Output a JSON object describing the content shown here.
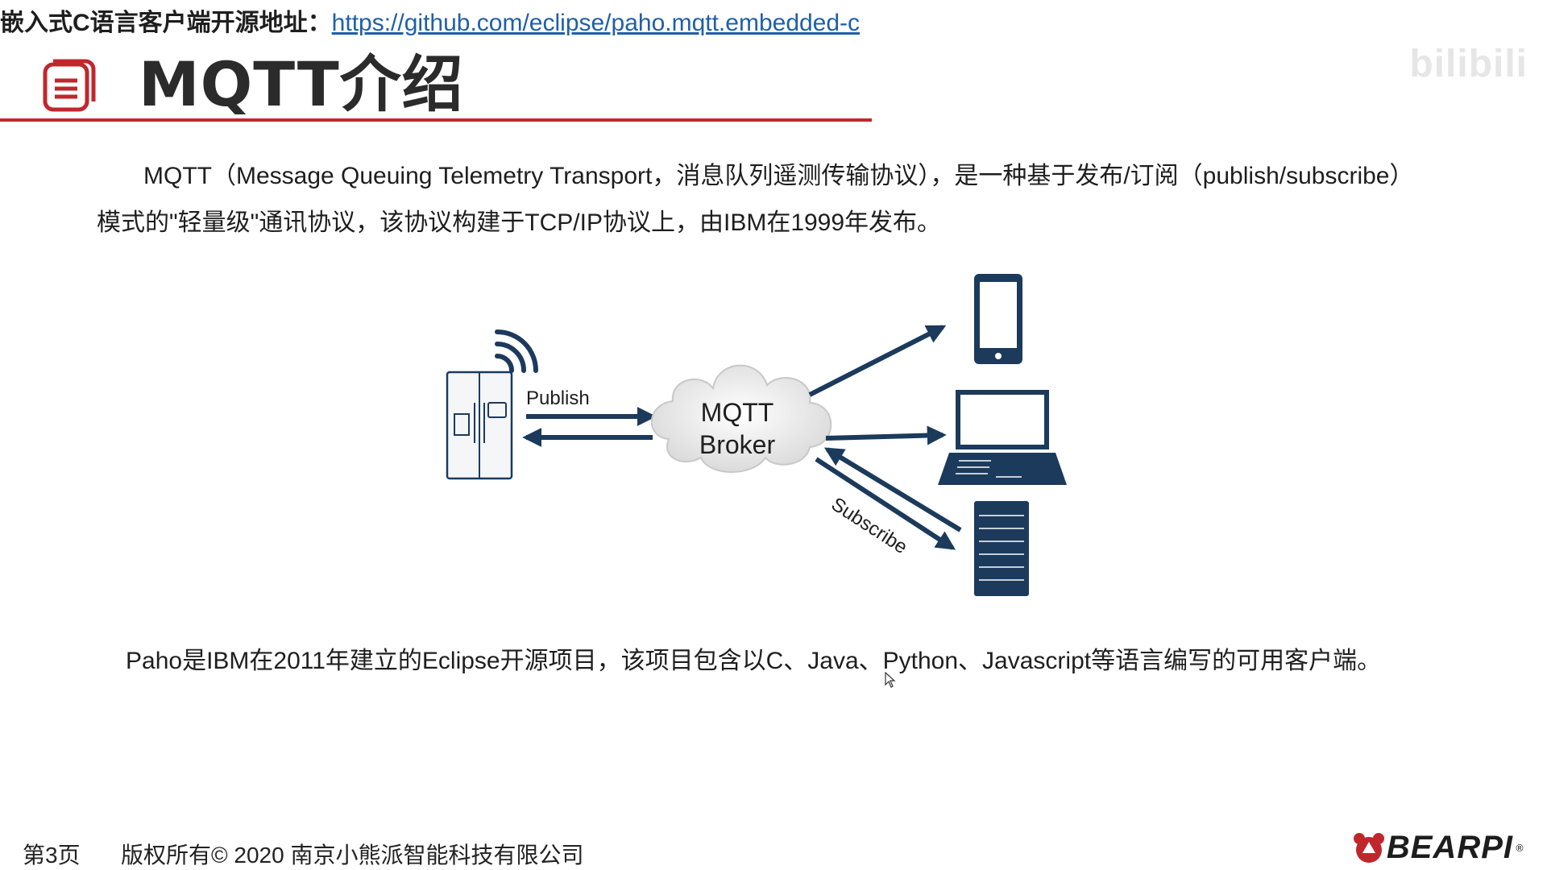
{
  "slide": {
    "title": "MQTT介绍",
    "watermark_text": "bilibili",
    "paragraph1": "MQTT（Message Queuing Telemetry Transport，消息队列遥测传输协议），是一种基于发布/订阅（publish/subscribe）模式的\"轻量级\"通讯协议，该协议构建于TCP/IP协议上，由IBM在1999年发布。",
    "paragraph2": "Paho是IBM在2011年建立的Eclipse开源项目，该项目包含以C、Java、Python、Javascript等语言编写的可用客户端。",
    "link_label": "嵌入式C语言客户端开源地址：",
    "link_url": "https://github.com/eclipse/paho.mqtt.embedded-c"
  },
  "diagram": {
    "publish_label": "Publish",
    "broker_line1": "MQTT",
    "broker_line2": "Broker",
    "subscribe_label": "Subscribe",
    "icons": [
      "refrigerator-icon",
      "wifi-signal-icon",
      "cloud-icon",
      "smartphone-icon",
      "laptop-icon",
      "server-icon"
    ],
    "color": "#1b3a5c"
  },
  "footer": {
    "page": "第3页",
    "copyright": "版权所有© 2020 南京小熊派智能科技有限公司",
    "logo_text": "BEARPI",
    "logo_mark": "®"
  },
  "colors": {
    "accent_red": "#c0272d",
    "link_blue": "#1f5fa8",
    "diagram_navy": "#1b3a5c"
  }
}
